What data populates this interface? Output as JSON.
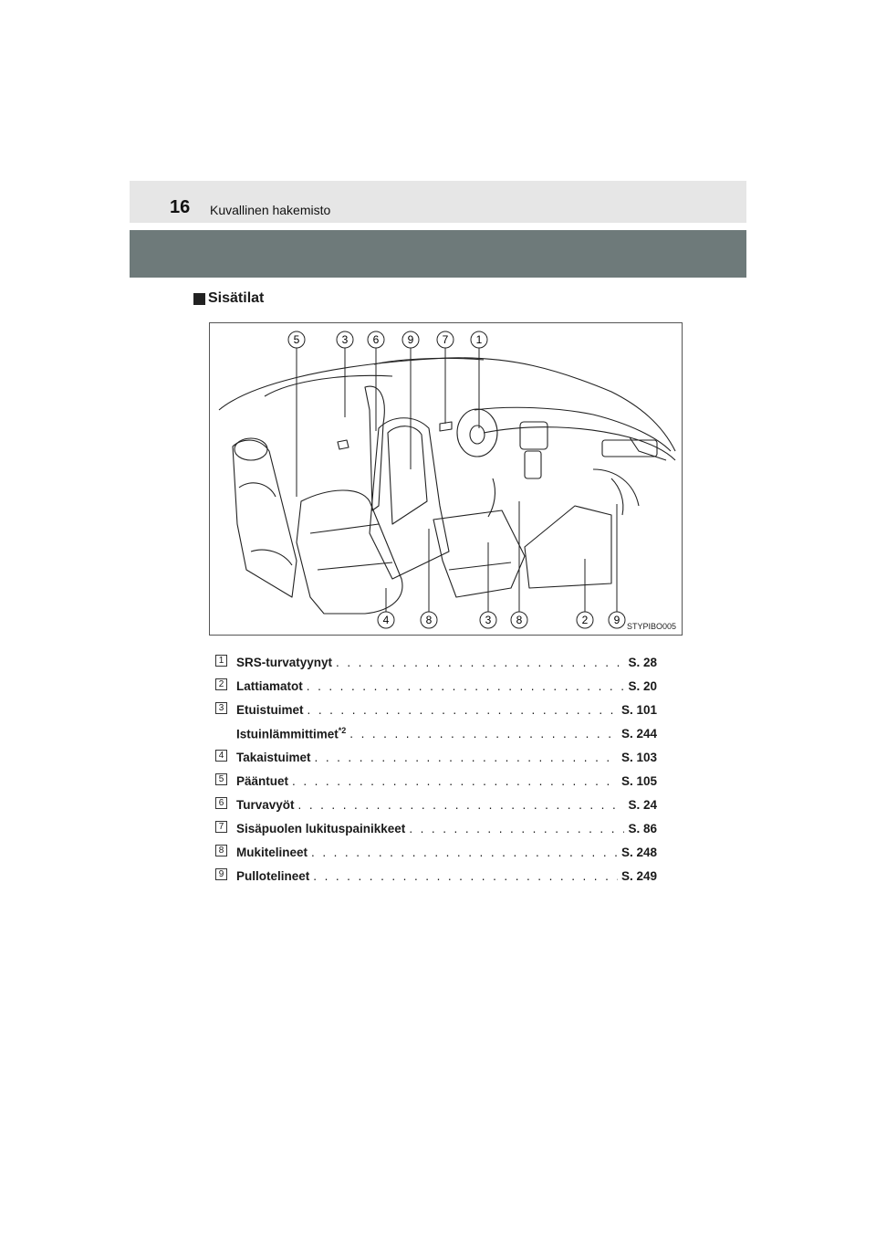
{
  "header": {
    "page_number": "16",
    "title": "Kuvallinen hakemisto"
  },
  "section": {
    "heading": "Sisätilat"
  },
  "figure": {
    "code": "STYPIBO005",
    "top_callouts": [
      "5",
      "3",
      "6",
      "9",
      "7",
      "1"
    ],
    "bottom_callouts": [
      "4",
      "8",
      "3",
      "8",
      "2",
      "9"
    ]
  },
  "items": [
    {
      "num": "1",
      "label": "SRS-turvatyynyt",
      "page": "S. 28"
    },
    {
      "num": "2",
      "label": "Lattiamatot",
      "page": "S. 20"
    },
    {
      "num": "3",
      "label": "Etuistuimet",
      "page": "S. 101"
    },
    {
      "num": "",
      "label": "Istuinlämmittimet",
      "sup": "*2",
      "page": "S. 244"
    },
    {
      "num": "4",
      "label": "Takaistuimet",
      "page": "S. 103"
    },
    {
      "num": "5",
      "label": "Pääntuet",
      "page": "S. 105"
    },
    {
      "num": "6",
      "label": "Turvavyöt",
      "page": "S. 24"
    },
    {
      "num": "7",
      "label": "Sisäpuolen lukituspainikkeet",
      "page": "S. 86"
    },
    {
      "num": "8",
      "label": "Mukitelineet",
      "page": "S. 248"
    },
    {
      "num": "9",
      "label": "Pullotelineet",
      "page": "S. 249"
    }
  ]
}
